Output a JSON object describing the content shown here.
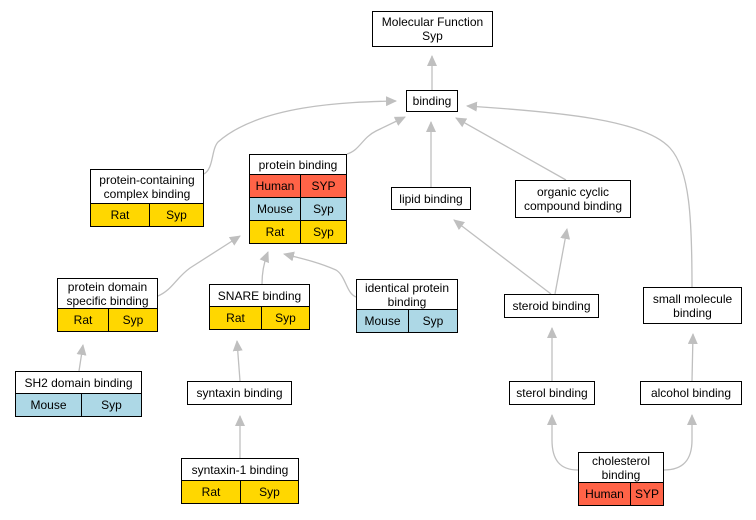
{
  "colors": {
    "rat": "#ffd700",
    "mouse": "#add8e6",
    "human": "#ff6347",
    "edge": "#bfbfbf"
  },
  "nodes": {
    "molecular_function": {
      "lines": [
        "Molecular Function",
        "Syp"
      ],
      "rows": []
    },
    "binding": {
      "lines": [
        "binding"
      ],
      "rows": []
    },
    "protein_containing_complex_binding": {
      "lines": [
        "protein-containing",
        "complex binding"
      ],
      "rows": [
        {
          "species": "Rat",
          "gene": "Syp"
        }
      ]
    },
    "protein_binding": {
      "lines": [
        "protein binding"
      ],
      "rows": [
        {
          "species": "Human",
          "gene": "SYP"
        },
        {
          "species": "Mouse",
          "gene": "Syp"
        },
        {
          "species": "Rat",
          "gene": "Syp"
        }
      ]
    },
    "lipid_binding": {
      "lines": [
        "lipid binding"
      ],
      "rows": []
    },
    "organic_cyclic_compound_binding": {
      "lines": [
        "organic cyclic",
        "compound binding"
      ],
      "rows": []
    },
    "protein_domain_specific_binding": {
      "lines": [
        "protein domain",
        "specific binding"
      ],
      "rows": [
        {
          "species": "Rat",
          "gene": "Syp"
        }
      ]
    },
    "snare_binding": {
      "lines": [
        "SNARE binding"
      ],
      "rows": [
        {
          "species": "Rat",
          "gene": "Syp"
        }
      ]
    },
    "identical_protein_binding": {
      "lines": [
        "identical protein",
        "binding"
      ],
      "rows": [
        {
          "species": "Mouse",
          "gene": "Syp"
        }
      ]
    },
    "steroid_binding": {
      "lines": [
        "steroid binding"
      ],
      "rows": []
    },
    "small_molecule_binding": {
      "lines": [
        "small molecule",
        "binding"
      ],
      "rows": []
    },
    "sh2_domain_binding": {
      "lines": [
        "SH2 domain binding"
      ],
      "rows": [
        {
          "species": "Mouse",
          "gene": "Syp"
        }
      ]
    },
    "syntaxin_binding": {
      "lines": [
        "syntaxin binding"
      ],
      "rows": []
    },
    "sterol_binding": {
      "lines": [
        "sterol binding"
      ],
      "rows": []
    },
    "alcohol_binding": {
      "lines": [
        "alcohol binding"
      ],
      "rows": []
    },
    "syntaxin_1_binding": {
      "lines": [
        "syntaxin-1 binding"
      ],
      "rows": [
        {
          "species": "Rat",
          "gene": "Syp"
        }
      ]
    },
    "cholesterol_binding": {
      "lines": [
        "cholesterol",
        "binding"
      ],
      "rows": [
        {
          "species": "Human",
          "gene": "SYP"
        }
      ]
    }
  },
  "edges": [
    {
      "from": "binding",
      "to": "molecular_function"
    },
    {
      "from": "protein_containing_complex_binding",
      "to": "binding"
    },
    {
      "from": "protein_binding",
      "to": "binding"
    },
    {
      "from": "lipid_binding",
      "to": "binding"
    },
    {
      "from": "organic_cyclic_compound_binding",
      "to": "binding"
    },
    {
      "from": "small_molecule_binding",
      "to": "binding"
    },
    {
      "from": "protein_domain_specific_binding",
      "to": "protein_binding"
    },
    {
      "from": "snare_binding",
      "to": "protein_binding"
    },
    {
      "from": "identical_protein_binding",
      "to": "protein_binding"
    },
    {
      "from": "steroid_binding",
      "to": "lipid_binding"
    },
    {
      "from": "steroid_binding",
      "to": "organic_cyclic_compound_binding"
    },
    {
      "from": "sh2_domain_binding",
      "to": "protein_domain_specific_binding"
    },
    {
      "from": "syntaxin_binding",
      "to": "snare_binding"
    },
    {
      "from": "sterol_binding",
      "to": "steroid_binding"
    },
    {
      "from": "alcohol_binding",
      "to": "small_molecule_binding"
    },
    {
      "from": "syntaxin_1_binding",
      "to": "syntaxin_binding"
    },
    {
      "from": "cholesterol_binding",
      "to": "sterol_binding"
    },
    {
      "from": "cholesterol_binding",
      "to": "alcohol_binding"
    }
  ]
}
